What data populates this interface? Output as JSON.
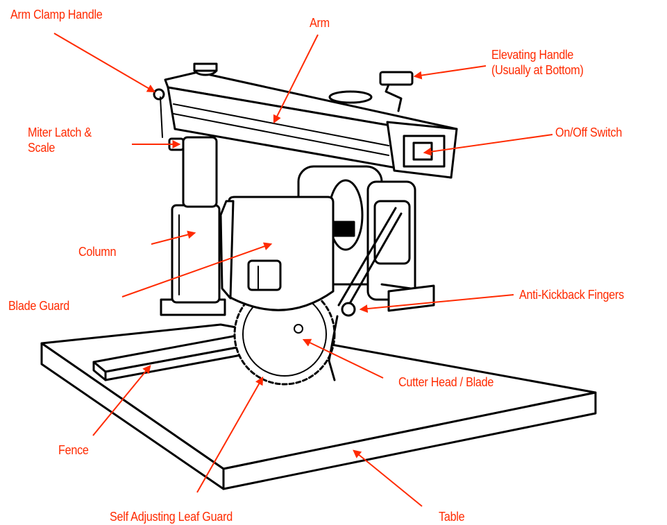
{
  "colors": {
    "label": "#ff2a00",
    "arrow": "#ff2a00",
    "line": "#000000",
    "background": "#ffffff"
  },
  "labels": {
    "arm_clamp_handle": "Arm Clamp Handle",
    "arm": "Arm",
    "elevating_handle": "Elevating Handle",
    "elevating_handle_note": "(Usually at Bottom)",
    "miter_latch": "Miter Latch &",
    "miter_scale": "Scale",
    "on_off_switch": "On/Off Switch",
    "column": "Column",
    "blade_guard": "Blade Guard",
    "anti_kickback_fingers": "Anti-Kickback Fingers",
    "cutter_head_blade": "Cutter Head / Blade",
    "fence": "Fence",
    "self_adjusting_leaf_guard": "Self Adjusting Leaf Guard",
    "table": "Table"
  }
}
